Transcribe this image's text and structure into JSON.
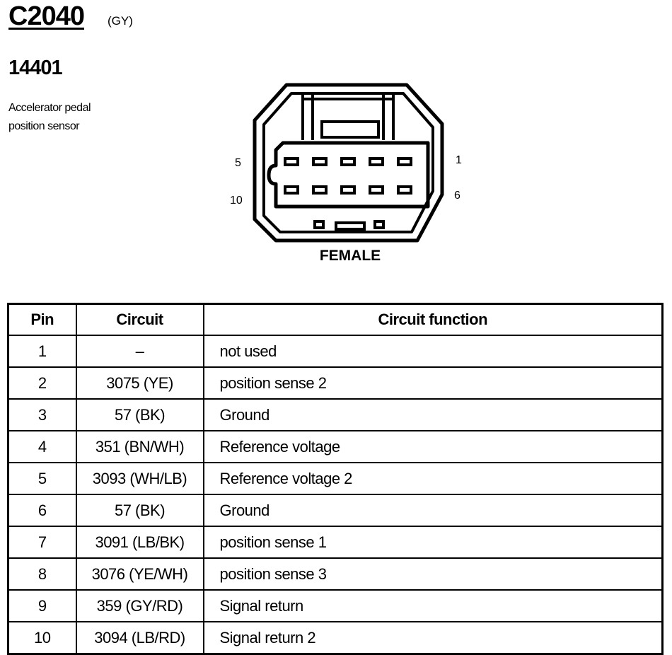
{
  "connector": {
    "id": "C2040",
    "color": "(GY)",
    "part_number": "14401",
    "description": "Accelerator pedal position sensor",
    "gender": "FEMALE",
    "pin_labels": {
      "top_left": "5",
      "bottom_left": "10",
      "top_right": "1",
      "bottom_right": "6"
    }
  },
  "table": {
    "headers": {
      "pin": "Pin",
      "circuit": "Circuit",
      "function": "Circuit function"
    },
    "rows": [
      {
        "pin": "1",
        "circuit": "–",
        "function": "not used"
      },
      {
        "pin": "2",
        "circuit": "3075 (YE)",
        "function": "position sense 2"
      },
      {
        "pin": "3",
        "circuit": "57 (BK)",
        "function": "Ground"
      },
      {
        "pin": "4",
        "circuit": "351 (BN/WH)",
        "function": "Reference voltage"
      },
      {
        "pin": "5",
        "circuit": "3093 (WH/LB)",
        "function": "Reference voltage 2"
      },
      {
        "pin": "6",
        "circuit": "57 (BK)",
        "function": "Ground"
      },
      {
        "pin": "7",
        "circuit": "3091 (LB/BK)",
        "function": "position sense 1"
      },
      {
        "pin": "8",
        "circuit": "3076 (YE/WH)",
        "function": "position sense 3"
      },
      {
        "pin": "9",
        "circuit": "359 (GY/RD)",
        "function": "Signal return"
      },
      {
        "pin": "10",
        "circuit": "3094 (LB/RD)",
        "function": "Signal return 2"
      }
    ]
  }
}
